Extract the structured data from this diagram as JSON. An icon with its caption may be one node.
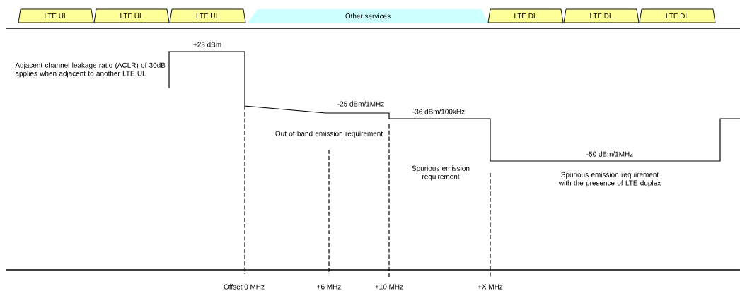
{
  "diagram": {
    "nodes": [
      {
        "text": [
          "LTE UL"
        ]
      },
      {
        "text": [
          "LTE UL"
        ]
      },
      {
        "text": [
          "LTE UL"
        ]
      },
      {
        "text": [
          "Other services"
        ]
      },
      {
        "text": [
          "LTE DL"
        ]
      },
      {
        "text": [
          "LTE DL"
        ]
      },
      {
        "text": [
          "LTE DL"
        ]
      }
    ],
    "labels": [
      "+23 dBm",
      "Adjacent channel leakage ratio (ACLR) of 30dB applies when adjacent to another LTE UL",
      "-25 dBm/1MHz",
      "-36 dBm/100kHz",
      "Out of band emission requirement",
      "Spurious emission requirement",
      "-50 dBm/1MHz",
      "Spurious emission requirement with the presence of LTE duplex",
      "Offset 0 MHz",
      "+6 MHz",
      "+10 MHz",
      "+X MHz"
    ]
  }
}
